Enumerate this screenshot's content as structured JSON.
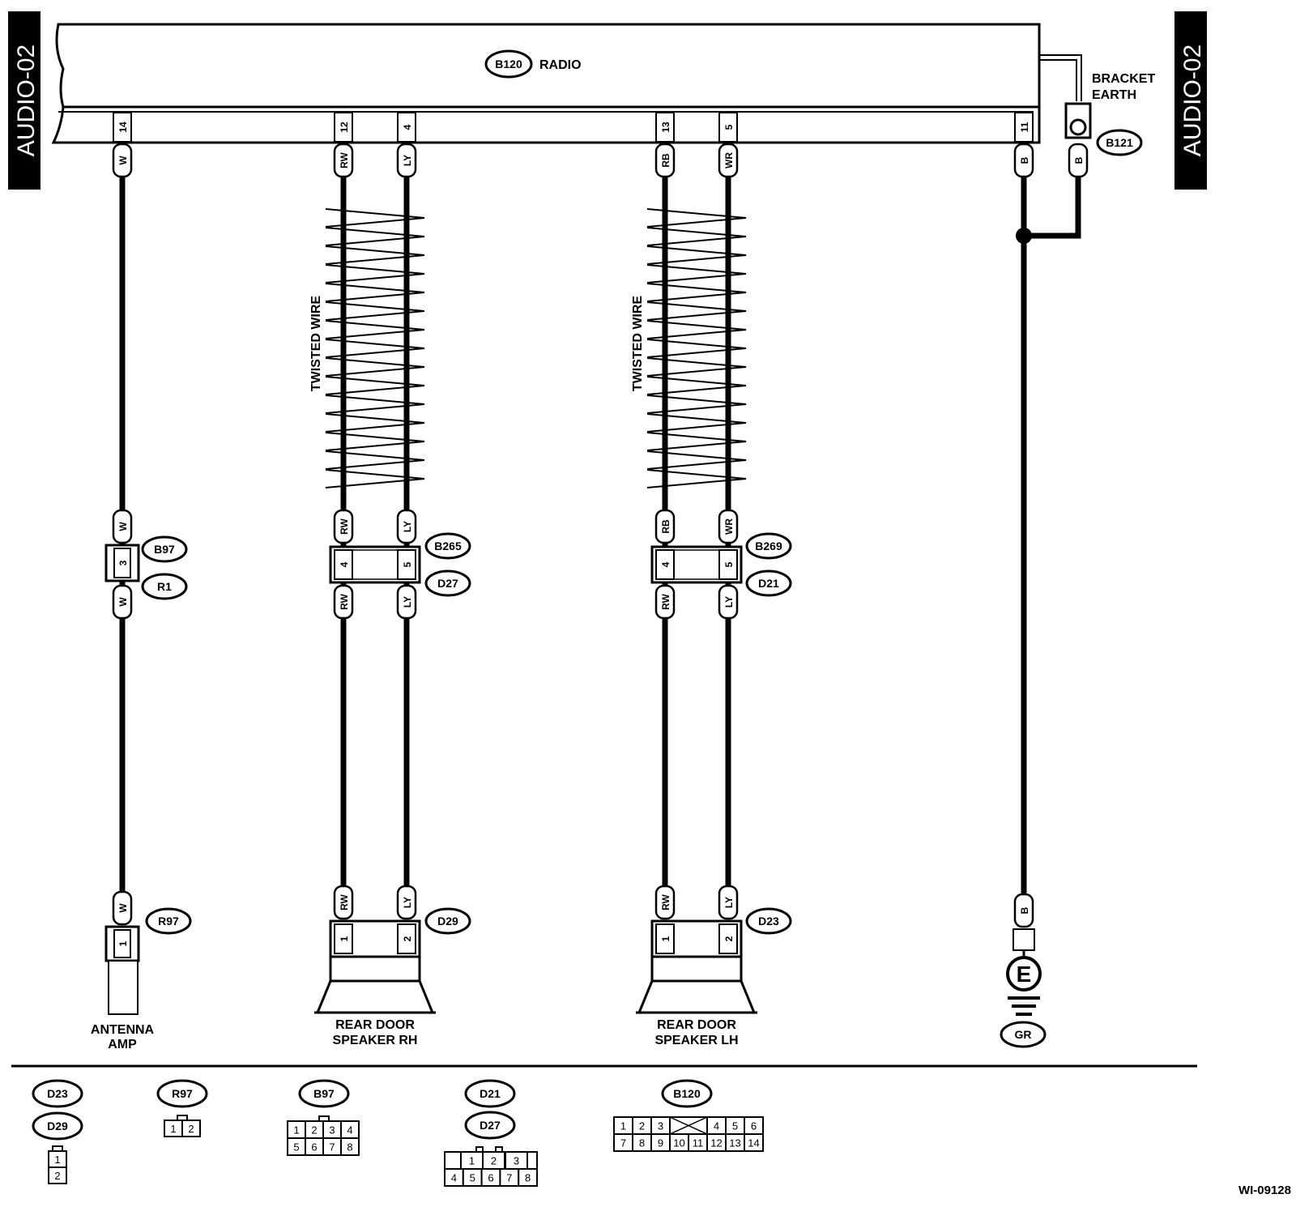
{
  "side_labels": {
    "left": "AUDIO-02",
    "right": "AUDIO-02"
  },
  "radio": {
    "connector": "B120",
    "label": "RADIO"
  },
  "bracket_earth": {
    "line1": "BRACKET",
    "line2": "EARTH",
    "connector": "B121",
    "wire": "B"
  },
  "radio_pins": [
    "14",
    "12",
    "4",
    "13",
    "5",
    "11"
  ],
  "top_wire_colors": [
    "W",
    "RW",
    "LY",
    "RB",
    "WR",
    "B"
  ],
  "twisted_wire_label": "TWISTED WIRE",
  "antenna": {
    "upper_wire": "W",
    "lower_wire": "W",
    "bottom_wire": "W",
    "inline_pin": "3",
    "inline_conn_top": "B97",
    "inline_conn_bottom": "R1",
    "end_conn": "R97",
    "end_pin": "1",
    "label_line1": "ANTENNA",
    "label_line2": "AMP"
  },
  "rh_speaker": {
    "upper_wires": [
      "RW",
      "LY"
    ],
    "inline_pins": [
      "4",
      "5"
    ],
    "inline_conn_top": "B265",
    "inline_conn_bottom": "D27",
    "lower_wires": [
      "RW",
      "LY"
    ],
    "bottom_wires": [
      "RW",
      "LY"
    ],
    "end_conn": "D29",
    "end_pins": [
      "1",
      "2"
    ],
    "label_line1": "REAR DOOR",
    "label_line2": "SPEAKER RH"
  },
  "lh_speaker": {
    "upper_wires": [
      "RB",
      "WR"
    ],
    "inline_pins": [
      "4",
      "5"
    ],
    "inline_conn_top": "B269",
    "inline_conn_bottom": "D21",
    "lower_wires": [
      "RW",
      "LY"
    ],
    "bottom_wires": [
      "RW",
      "LY"
    ],
    "end_conn": "D23",
    "end_pins": [
      "1",
      "2"
    ],
    "label_line1": "REAR DOOR",
    "label_line2": "SPEAKER LH"
  },
  "ground": {
    "wire": "B",
    "symbol": "E",
    "connector": "GR"
  },
  "footer": {
    "d23_d29": {
      "names": [
        "D23",
        "D29"
      ],
      "pins": [
        "1",
        "2"
      ]
    },
    "r97": {
      "name": "R97",
      "pins": [
        "1",
        "2"
      ]
    },
    "b97": {
      "name": "B97",
      "rows": [
        [
          "1",
          "2",
          "3",
          "4"
        ],
        [
          "5",
          "6",
          "7",
          "8"
        ]
      ]
    },
    "d21_d27": {
      "names": [
        "D21",
        "D27"
      ],
      "top_row": [
        "1",
        "2",
        "3"
      ],
      "bottom_row": [
        "4",
        "5",
        "6",
        "7",
        "8"
      ]
    },
    "b120": {
      "name": "B120",
      "top_row": [
        "1",
        "2",
        "3",
        "4",
        "5",
        "6"
      ],
      "bottom_row": [
        "7",
        "8",
        "9",
        "10",
        "11",
        "12",
        "13",
        "14"
      ]
    }
  },
  "figure_id": "WI-09128"
}
